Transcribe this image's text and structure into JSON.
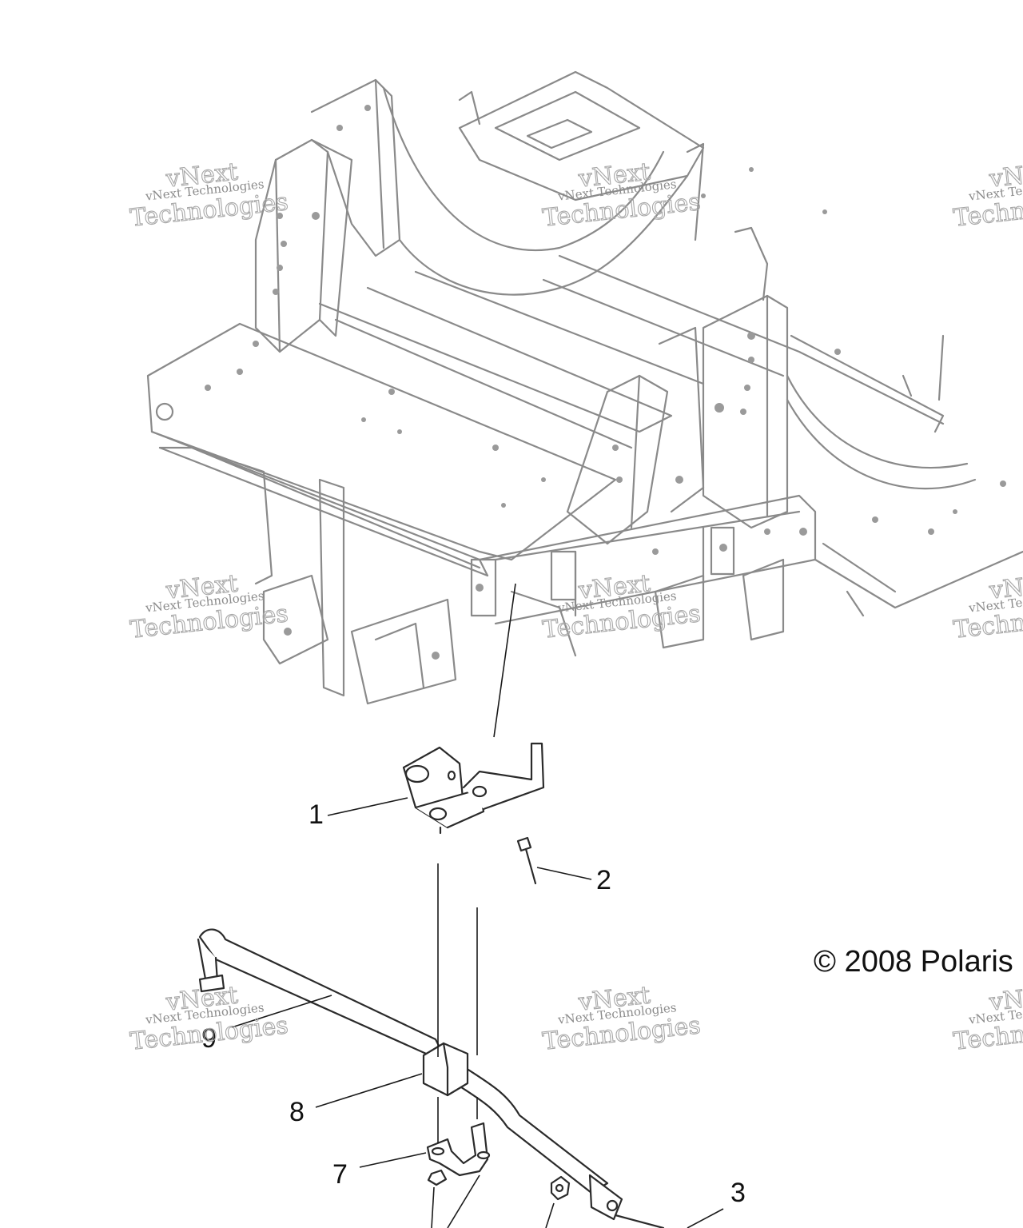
{
  "callouts": [
    "1",
    "2",
    "3",
    "7",
    "8",
    "9"
  ],
  "copyright": "© 2008 Polaris",
  "watermark": {
    "line1": "vNext Technologies",
    "line2": "Technologies",
    "line3": "vNext"
  },
  "colors": {
    "frame": "#8a8a8a",
    "parts": "#2b2b2b",
    "background": "#ffffff"
  }
}
